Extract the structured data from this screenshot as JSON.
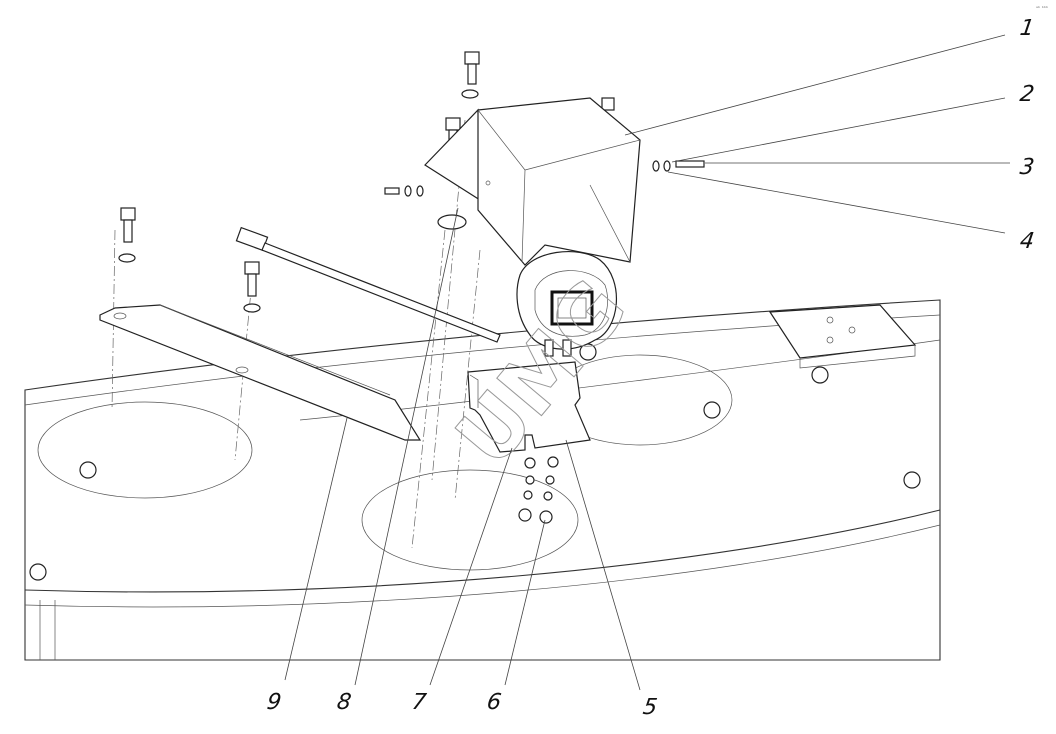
{
  "drawing": {
    "corner_mark": "ᵃᵇ ᵇᵇᵇ",
    "watermark": "UMG",
    "callouts": [
      {
        "id": "1",
        "label": "1"
      },
      {
        "id": "2",
        "label": "2"
      },
      {
        "id": "3",
        "label": "3"
      },
      {
        "id": "4",
        "label": "4"
      },
      {
        "id": "5",
        "label": "5"
      },
      {
        "id": "6",
        "label": "6"
      },
      {
        "id": "7",
        "label": "7"
      },
      {
        "id": "8",
        "label": "8"
      },
      {
        "id": "9",
        "label": "9"
      }
    ]
  }
}
